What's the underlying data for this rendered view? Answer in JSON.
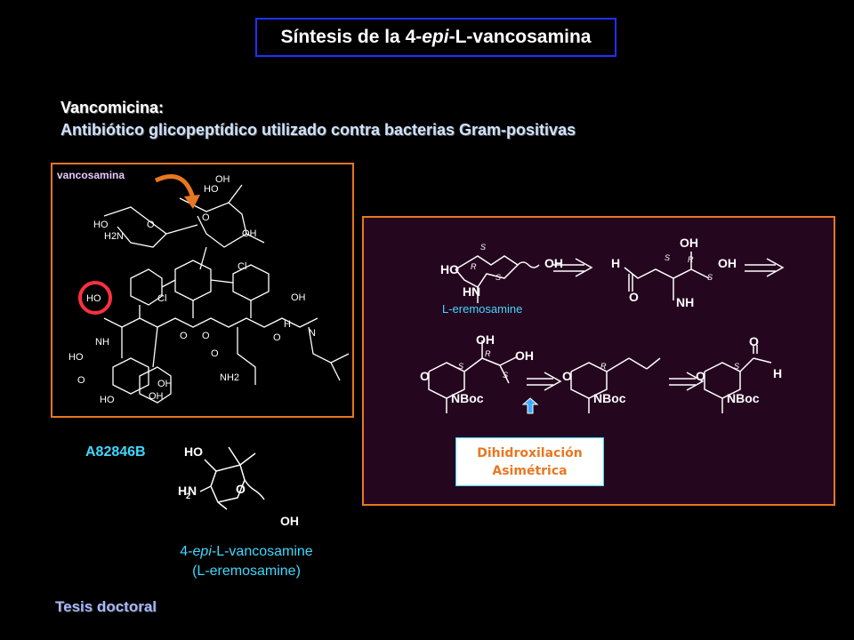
{
  "title": {
    "prefix": "Síntesis de la 4-",
    "italic": "epi",
    "suffix": "-L-vancosamina"
  },
  "vancomicina": {
    "heading": "Vancomicina:",
    "description": "Antibiótico glicopeptídico utilizado contra bacterias Gram-positivas",
    "structure_label": "vancosamina"
  },
  "a82846b_label": "A82846B",
  "epi_vancosamine": {
    "prefix": "4-",
    "italic": "epi",
    "suffix": "-L-vancosamine",
    "sub": "(L-eremosamine)"
  },
  "synthesis": {
    "eremosamine_label": "L-eremosamine",
    "dihidroxilacion_line1": "Dihidroxilación",
    "dihidroxilacion_line2": "Asimétrica"
  },
  "footer": "Tesis doctoral",
  "colors": {
    "accent_orange": "#e87722",
    "title_border": "#2030ff",
    "cyan": "#3fd8ff",
    "panel_bg": "#25061f"
  }
}
